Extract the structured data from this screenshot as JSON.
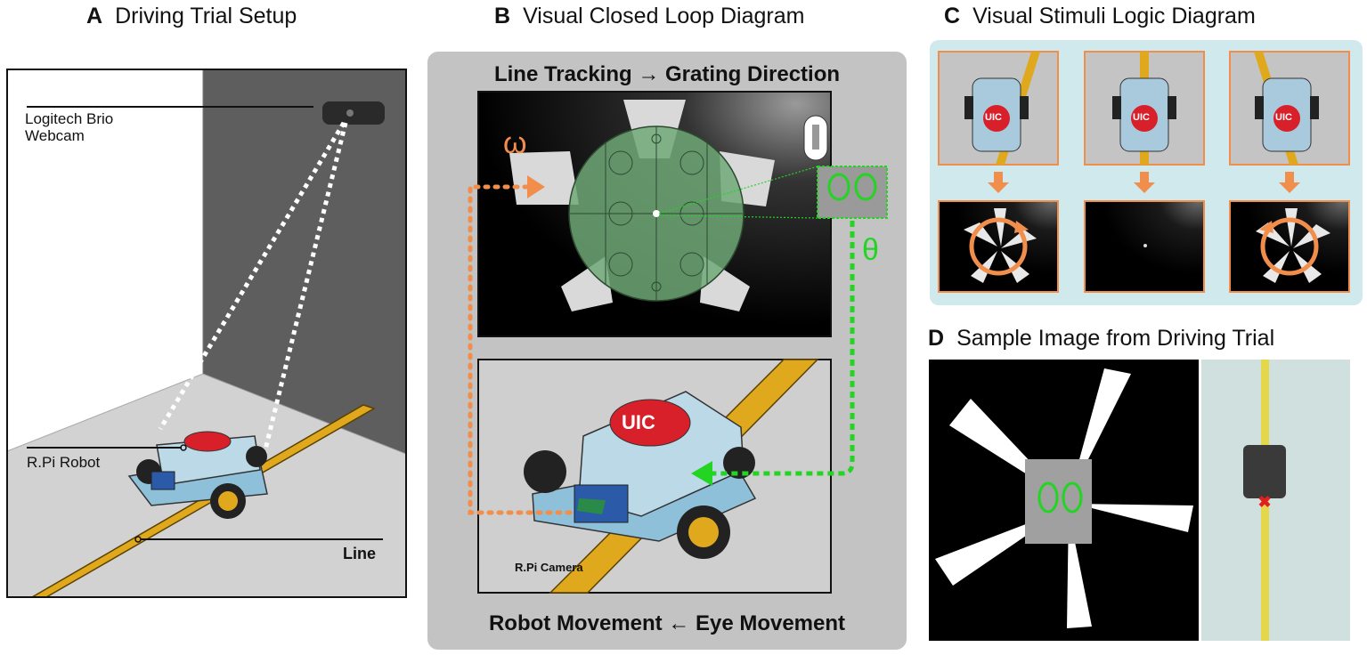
{
  "panels": {
    "a": {
      "letter": "A",
      "title": "Driving Trial Setup",
      "webcam_line1": "Logitech Brio",
      "webcam_line2": "Webcam",
      "robot_label": "R.Pi Robot",
      "line_label": "Line"
    },
    "b": {
      "letter": "B",
      "title": "Visual Closed Loop Diagram",
      "top_heading": "Line Tracking → Grating Direction",
      "bottom_heading": "Robot Movement ← Eye Movement",
      "omega": "ω",
      "theta": "θ",
      "camera_label": "R.Pi Camera",
      "robot_logo": "UIC"
    },
    "c": {
      "letter": "C",
      "title": "Visual Stimuli Logic Diagram",
      "robot_logo": "UIC"
    },
    "d": {
      "letter": "D",
      "title": "Sample Image from Driving Trial"
    }
  },
  "colors": {
    "orange": "#f28e4c",
    "green": "#23d423",
    "panel_c_bg": "#cfe9ec",
    "panel_b_bg": "#c3c3c3",
    "line_yellow": "#e0a81c",
    "logo_red": "#d8202a"
  }
}
